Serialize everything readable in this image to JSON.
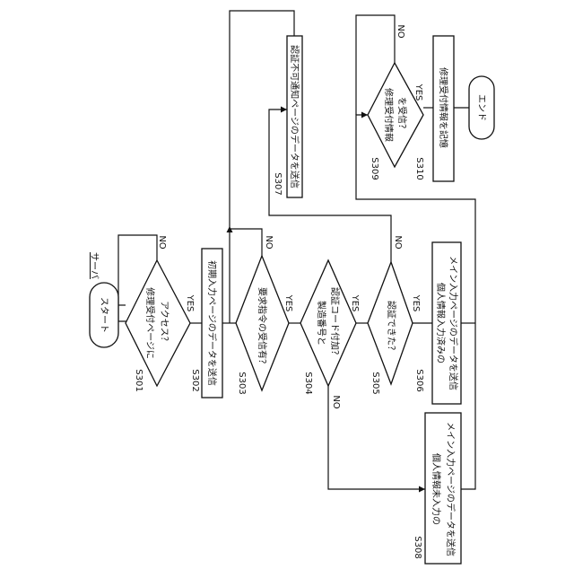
{
  "header": {
    "server_label": "サーバ"
  },
  "nodes": {
    "start": {
      "text": "スタート"
    },
    "s301": {
      "id": "S301",
      "line1": "修理受付ページに",
      "line2": "アクセス？"
    },
    "s302": {
      "id": "S302",
      "text": "初期入力ページのデータを送信"
    },
    "s303": {
      "id": "S303",
      "text": "要求指令の受信有？"
    },
    "s304": {
      "id": "S304",
      "line1": "製造番号と",
      "line2": "認証コード付加？"
    },
    "s305": {
      "id": "S305",
      "text": "認証できた？"
    },
    "s306": {
      "id": "S306",
      "line1": "個人情報入力済みの",
      "line2": "メイン入力ページのデータを送信"
    },
    "s307": {
      "id": "S307",
      "text": "認証不可通知ページのデータを送信"
    },
    "s308": {
      "id": "S308",
      "line1": "個人情報未入力の",
      "line2": "メイン入力ページのデータを送信"
    },
    "s309": {
      "id": "S309",
      "line1": "修理受付情報",
      "line2": "を受信？"
    },
    "s310": {
      "id": "S310",
      "text": "修理受付情報を記憶"
    },
    "end": {
      "text": "エンド"
    }
  },
  "labels": {
    "yes": "YES",
    "no": "NO"
  }
}
